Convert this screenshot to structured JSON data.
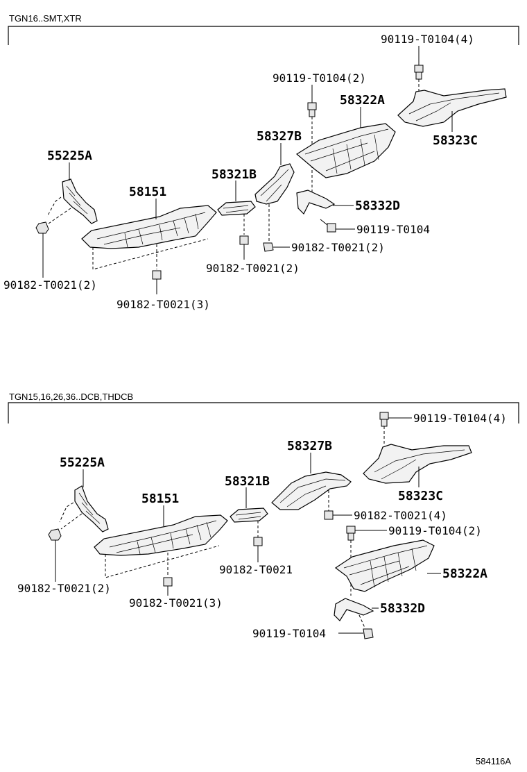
{
  "sections": [
    {
      "header": "TGN16..SMT,XTR",
      "labels": {
        "p55225A": "55225A",
        "p58151": "58151",
        "p58321B": "58321B",
        "p58327B": "58327B",
        "p58322A": "58322A",
        "p58323C": "58323C",
        "p58332D": "58332D",
        "bolt_t0104_4": "90119-T0104(4)",
        "bolt_t0104_2": "90119-T0104(2)",
        "bolt_t0104": "90119-T0104",
        "clip_t0021_2_left": "90182-T0021(2)",
        "clip_t0021_3": "90182-T0021(3)",
        "clip_t0021_2_mid": "90182-T0021(2)",
        "clip_t0021_2_right": "90182-T0021(2)"
      }
    },
    {
      "header": "TGN15,16,26,36..DCB,THDCB",
      "labels": {
        "p55225A": "55225A",
        "p58151": "58151",
        "p58321B": "58321B",
        "p58327B": "58327B",
        "p58322A": "58322A",
        "p58323C": "58323C",
        "p58332D": "58332D",
        "bolt_t0104_4": "90119-T0104(4)",
        "bolt_t0104_2": "90119-T0104(2)",
        "bolt_t0104": "90119-T0104",
        "clip_t0021_2_left": "90182-T0021(2)",
        "clip_t0021_3": "90182-T0021(3)",
        "clip_t0021": "90182-T0021",
        "clip_t0021_4": "90182-T0021(4)"
      }
    }
  ],
  "figure_code": "584116A"
}
